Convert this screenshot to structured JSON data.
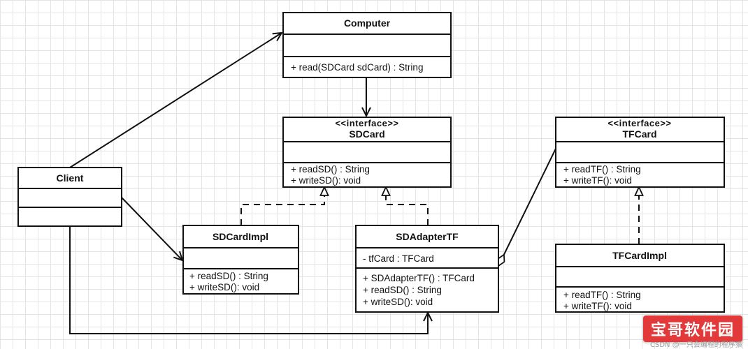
{
  "classes": {
    "computer": {
      "title": "Computer",
      "methods": [
        "+ read(SDCard sdCard) : String"
      ]
    },
    "sdcard": {
      "stereotype": "<<interface>>",
      "title": "SDCard",
      "methods": [
        "+ readSD() : String",
        "+ writeSD(): void"
      ]
    },
    "tfcard": {
      "stereotype": "<<interface>>",
      "title": "TFCard",
      "methods": [
        "+ readTF() : String",
        "+ writeTF(): void"
      ]
    },
    "client": {
      "title": "Client"
    },
    "sdcardimpl": {
      "title": "SDCardImpl",
      "methods": [
        "+ readSD() : String",
        "+ writeSD(): void"
      ]
    },
    "sdadaptertf": {
      "title": "SDAdapterTF",
      "attributes": [
        "- tfCard : TFCard"
      ],
      "methods": [
        "+ SDAdapterTF() : TFCard",
        "+ readSD() : String",
        "+ writeSD(): void"
      ]
    },
    "tfcardimpl": {
      "title": "TFCardImpl",
      "methods": [
        "+ readTF() : String",
        "+ writeTF(): void"
      ]
    }
  },
  "relations": [
    {
      "from": "client",
      "to": "computer",
      "kind": "association"
    },
    {
      "from": "client",
      "to": "sdcardimpl",
      "kind": "association"
    },
    {
      "from": "client",
      "to": "sdadaptertf",
      "kind": "association"
    },
    {
      "from": "computer",
      "to": "sdcard",
      "kind": "association"
    },
    {
      "from": "sdcardimpl",
      "to": "sdcard",
      "kind": "realization"
    },
    {
      "from": "sdadaptertf",
      "to": "sdcard",
      "kind": "realization"
    },
    {
      "from": "tfcardimpl",
      "to": "tfcard",
      "kind": "realization"
    },
    {
      "from": "sdadaptertf",
      "to": "tfcard",
      "kind": "aggregation"
    }
  ],
  "watermark": {
    "badge": "宝哥软件园",
    "caption": "CSDN @一只会编程的程序猿"
  }
}
